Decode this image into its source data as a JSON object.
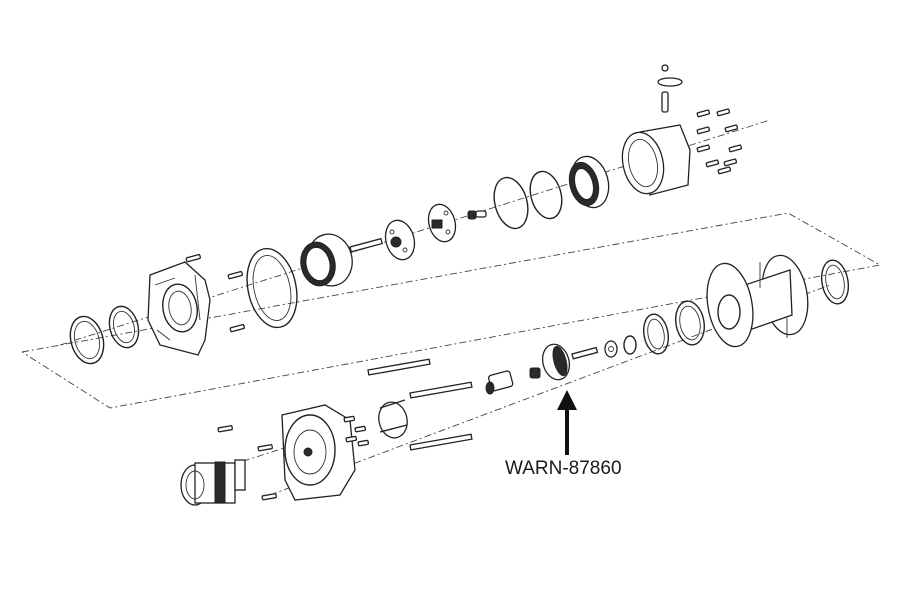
{
  "diagram": {
    "type": "exploded-parts-view",
    "subject": "winch assembly",
    "callout": {
      "label": "WARN-87860",
      "pointer": "arrow-up",
      "target": "drive shaft / coupler assembly"
    },
    "colors": {
      "line": "#222222",
      "background": "#ffffff",
      "label_text": "#1a1a1a"
    }
  }
}
